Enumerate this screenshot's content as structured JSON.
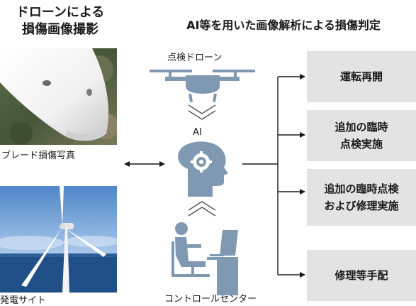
{
  "headings": {
    "left_line1": "ドローンによる",
    "left_line2": "損傷画像撮影",
    "right": "AI等を用いた画像解析による損傷判定"
  },
  "photos": {
    "blade_caption": "ブレード損傷写真",
    "site_caption": "発電サイト"
  },
  "center": {
    "drone_label": "点検ドローン",
    "ai_label": "AI",
    "control_label": "コントロールセンター"
  },
  "results": [
    {
      "line1": "運転再開",
      "line2": ""
    },
    {
      "line1": "追加の臨時",
      "line2": "点検実施"
    },
    {
      "line1": "追加の臨時点検",
      "line2": "および修理実施"
    },
    {
      "line1": "修理等手配",
      "line2": ""
    }
  ],
  "colors": {
    "icon": "#7f99b3",
    "box": "#e3e3e3",
    "line": "#1a1a1a",
    "sea": "#1f4f86",
    "sky": "#6a9fd8"
  }
}
